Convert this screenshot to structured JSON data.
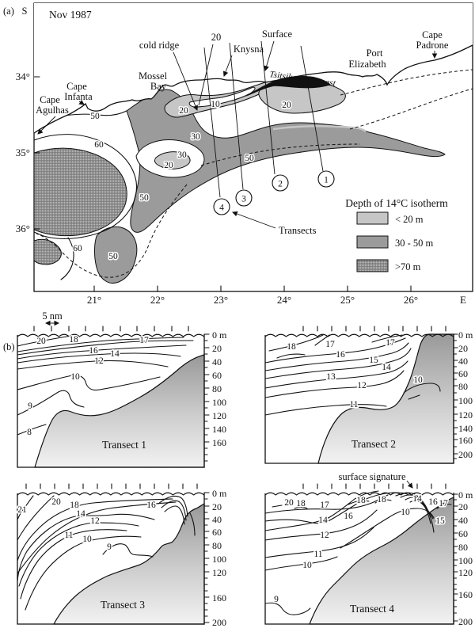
{
  "panel_labels": {
    "a": "(a)",
    "b": "(b)"
  },
  "map": {
    "title": "Nov 1987",
    "axes": {
      "lat_dir": "S",
      "lon_dir": "E",
      "lat_ticks": [
        "34°",
        "35°",
        "36°"
      ],
      "lon_ticks": [
        "21°",
        "22°",
        "23°",
        "24°",
        "25°",
        "26°"
      ]
    },
    "places": {
      "cape_agulhas": [
        "Cape",
        "Agulhas"
      ],
      "cape_infanta": [
        "Cape",
        "Infanta"
      ],
      "mossel_bay": [
        "Mossel",
        "Bay"
      ],
      "knysna": [
        "Knysna"
      ],
      "tsitsikamma": [
        "Tsitsikamma coast"
      ],
      "port_elizabeth": [
        "Port",
        "Elizabeth"
      ],
      "cape_padrone": [
        "Cape",
        "Padrone"
      ]
    },
    "annotations": {
      "cold_ridge": "cold ridge",
      "surface": "Surface",
      "transects_label": "Transects",
      "cold_ridge_contour": "20"
    },
    "contour_labels": [
      "50",
      "60",
      "30",
      "20",
      "10",
      "30",
      "20",
      "20",
      "50",
      "50",
      "60",
      "50"
    ],
    "transect_numbers": [
      "1",
      "2",
      "3",
      "4"
    ],
    "legend": {
      "title": "Depth of 14°C isotherm",
      "items": [
        "< 20 m",
        "30 - 50 m",
        ">70 m"
      ]
    }
  },
  "sections": {
    "scale_bar": "5 nm",
    "surface_signature": "surface signature",
    "panels": [
      {
        "title": "Transect 1",
        "depth_labels": [
          "0 m",
          "20",
          "40",
          "60",
          "80",
          "100",
          "120",
          "140",
          "160"
        ],
        "iso_labels": [
          "20",
          "18",
          "17",
          "16",
          "14",
          "12",
          "10",
          "9",
          "8"
        ]
      },
      {
        "title": "Transect 2",
        "depth_labels": [
          "0 m",
          "20",
          "40",
          "60",
          "80",
          "100",
          "120",
          "140",
          "160",
          "200"
        ],
        "iso_labels": [
          "18",
          "17",
          "17",
          "16",
          "15",
          "14",
          "13",
          "12",
          "11",
          "10"
        ]
      },
      {
        "title": "Transect 3",
        "depth_labels": [
          "0 m",
          "20",
          "40",
          "60",
          "80",
          "100",
          "120",
          "160",
          "200"
        ],
        "iso_labels": [
          "21",
          "20",
          "18",
          "16",
          "14",
          "12",
          "11",
          "10",
          "9"
        ]
      },
      {
        "title": "Transect 4",
        "depth_labels": [
          "0 m",
          "20",
          "40",
          "60",
          "80",
          "100",
          "120",
          "160",
          "200"
        ],
        "iso_labels": [
          "20",
          "18",
          "17",
          "18",
          "18",
          "14",
          "16",
          "17",
          "16",
          "14",
          "10",
          "15",
          "12",
          "11",
          "10",
          "9"
        ]
      }
    ]
  },
  "chart_data": [
    {
      "type": "heatmap",
      "subtype": "contour-map",
      "title": "Nov 1987",
      "quantity": "Depth of 14°C isotherm (m)",
      "lat_axis_deg_S": [
        34,
        35,
        36
      ],
      "lon_axis_deg_E": [
        21,
        22,
        23,
        24,
        25,
        26
      ],
      "contour_levels_m": [
        10,
        20,
        30,
        50,
        60
      ],
      "shading_classes": [
        "< 20 m",
        "30 - 50 m",
        ">70 m"
      ],
      "transects_marked": [
        "1",
        "2",
        "3",
        "4"
      ],
      "named_features": [
        "Cape Agulhas",
        "Cape Infanta",
        "Mossel Bay",
        "cold ridge",
        "Knysna",
        "Surface",
        "Tsitsikamma coast",
        "Port Elizabeth",
        "Cape Padrone"
      ]
    },
    {
      "type": "line",
      "title": "Transect 1",
      "xlabel": "distance (5 nm scale bar)",
      "ylabel": "depth (m)",
      "ylim": [
        0,
        200
      ],
      "isotherm_contours_degC": [
        20,
        18,
        17,
        16,
        14,
        12,
        10,
        9,
        8
      ]
    },
    {
      "type": "line",
      "title": "Transect 2",
      "ylabel": "depth (m)",
      "ylim": [
        0,
        200
      ],
      "isotherm_contours_degC": [
        18,
        17,
        16,
        15,
        14,
        13,
        12,
        11,
        10
      ]
    },
    {
      "type": "line",
      "title": "Transect 3",
      "ylabel": "depth (m)",
      "ylim": [
        0,
        200
      ],
      "isotherm_contours_degC": [
        21,
        20,
        18,
        16,
        14,
        12,
        11,
        10,
        9
      ]
    },
    {
      "type": "line",
      "title": "Transect 4",
      "ylabel": "depth (m)",
      "ylim": [
        0,
        200
      ],
      "isotherm_contours_degC": [
        20,
        18,
        17,
        16,
        15,
        14,
        12,
        11,
        10,
        9
      ],
      "annotation": "surface signature"
    }
  ]
}
